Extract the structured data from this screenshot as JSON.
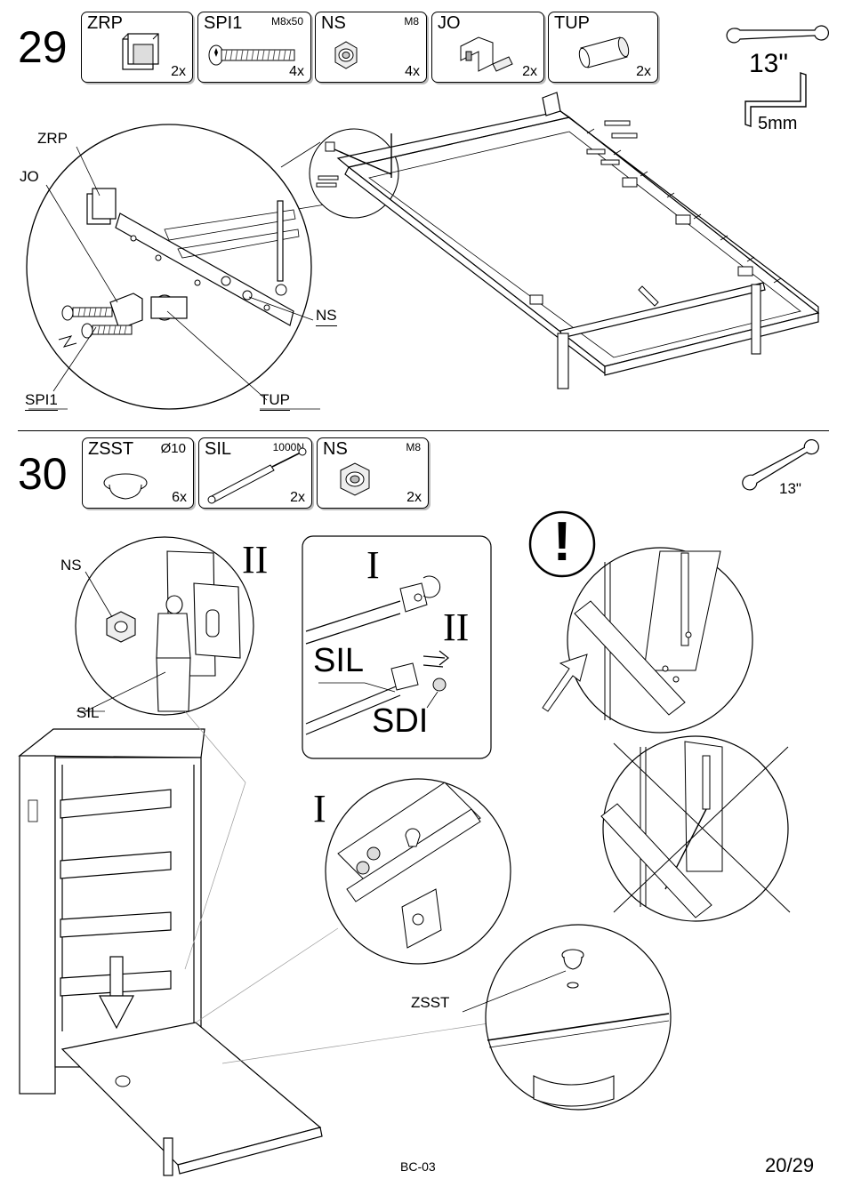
{
  "page": {
    "code": "BC-03",
    "page_number": "20/29"
  },
  "step29": {
    "number": "29",
    "parts": [
      {
        "code": "ZRP",
        "spec": "",
        "qty": "2x"
      },
      {
        "code": "SPI1",
        "spec": "M8x50",
        "qty": "4x"
      },
      {
        "code": "NS",
        "spec": "M8",
        "qty": "4x"
      },
      {
        "code": "JO",
        "spec": "",
        "qty": "2x"
      },
      {
        "code": "TUP",
        "spec": "",
        "qty": "2x"
      }
    ],
    "tools": {
      "wrench": "13\"",
      "hex_key": "5mm"
    },
    "callouts": {
      "zrp": "ZRP",
      "jo": "JO",
      "ns": "NS",
      "spi1": "SPI1",
      "tup": "TUP"
    }
  },
  "step30": {
    "number": "30",
    "parts": [
      {
        "code": "ZSST",
        "spec": "Ø10",
        "qty": "6x"
      },
      {
        "code": "SIL",
        "spec": "1000N",
        "qty": "2x"
      },
      {
        "code": "NS",
        "spec": "M8",
        "qty": "2x"
      }
    ],
    "tools": {
      "wrench": "13\""
    },
    "callouts": {
      "ns": "NS",
      "sil": "SIL",
      "roman_ii_top": "II",
      "inset_i": "I",
      "inset_ii": "II",
      "inset_sil": "SIL",
      "inset_sdi": "SDI",
      "detail_i": "I",
      "zsst": "ZSST",
      "warning": "!"
    }
  }
}
